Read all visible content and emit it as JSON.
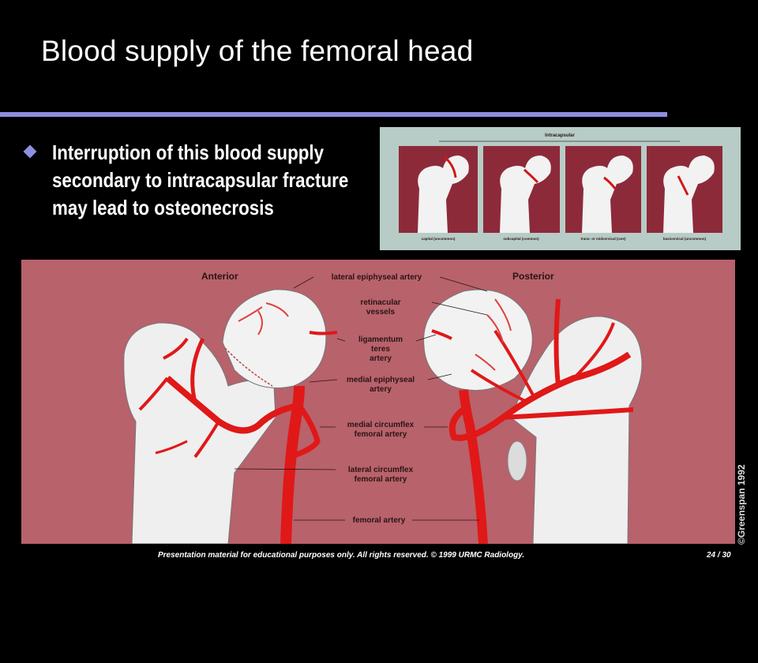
{
  "slide": {
    "title": "Blood supply of the femoral head",
    "bullet": [
      "Interruption of this blood supply",
      "secondary to intracapsular fracture",
      "may lead to osteonecrosis"
    ]
  },
  "top_figure": {
    "header": "Intracapsular",
    "captions": [
      "capital (uncommon)",
      "subcapital (common)",
      "trans- or midcervical (rare)",
      "basicervical (uncommon)"
    ]
  },
  "main_figure": {
    "view_left": "Anterior",
    "view_right": "Posterior",
    "labels": {
      "lateral_epiphyseal": "lateral epiphyseal artery",
      "retinacular_1": "retinacular",
      "retinacular_2": "vessels",
      "ligamentum_1": "ligamentum",
      "ligamentum_2": "teres",
      "ligamentum_3": "artery",
      "medial_epiphyseal_1": "medial epiphyseal",
      "medial_epiphyseal_2": "artery",
      "medial_circumflex_1": "medial circumflex",
      "medial_circumflex_2": "femoral artery",
      "lateral_circumflex_1": "lateral circumflex",
      "lateral_circumflex_2": "femoral artery",
      "femoral": "femoral artery"
    }
  },
  "footer": {
    "text": "Presentation material for educational purposes only.  All rights reserved. © 1999 URMC Radiology.",
    "page": "24 / 30",
    "copyright": "©Greenspan 1992"
  },
  "colors": {
    "accent_rule": "#8f8fe0",
    "artery": "#e01818",
    "bone": "#f3f3f3",
    "figure_bg": "#b8626b"
  }
}
